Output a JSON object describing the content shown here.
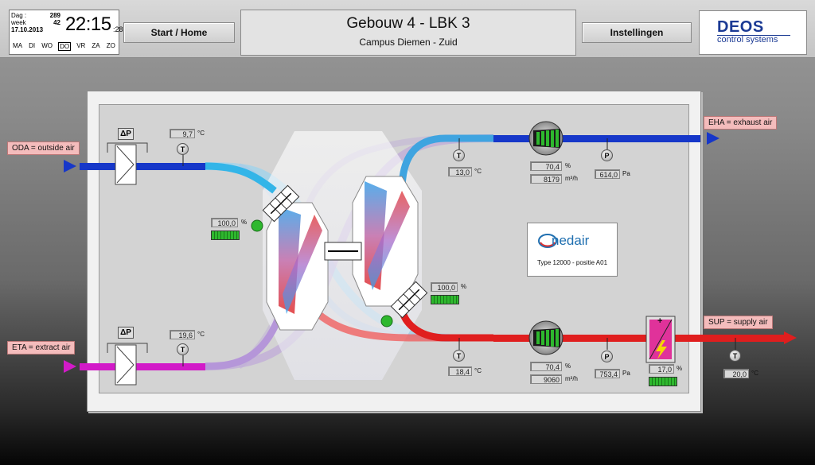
{
  "clock": {
    "day_label": "Dag :",
    "day_value": "289",
    "week_label": "week",
    "week_value": "42",
    "date": "17.10.2013",
    "time": "22:15",
    "seconds": ":28",
    "weekdays": [
      "MA",
      "DI",
      "WO",
      "DO",
      "VR",
      "ZA",
      "ZO"
    ],
    "current_day": "DO"
  },
  "nav": {
    "start_label": "Start / Home",
    "settings_label": "Instellingen"
  },
  "header": {
    "title": "Gebouw 4 - LBK 3",
    "subtitle": "Campus Diemen - Zuid"
  },
  "logo": {
    "name": "DEOS",
    "tagline": "control systems"
  },
  "streams": {
    "oda": "ODA = outside air",
    "eta": "ETA = extract air",
    "eha": "EHA = exhaust air",
    "sup": "SUP = supply air"
  },
  "symbols": {
    "dp": "ΔP",
    "temp": "T",
    "pressure": "P",
    "plus": "+"
  },
  "units": {
    "c": "°C",
    "pct": "%",
    "m3h": "m³/h",
    "pa": "Pa"
  },
  "values": {
    "oda_temp": "9,7",
    "eta_temp": "19,6",
    "eha_temp": "13,0",
    "sup_in_temp": "18,4",
    "sup_out_temp": "20,0",
    "damper_top": "100,0",
    "damper_bottom": "100,0",
    "eha_fan_pct": "70,4",
    "eha_flow": "8179",
    "eha_pressure": "614,0",
    "sup_fan_pct": "70,4",
    "sup_flow": "9060",
    "sup_pressure": "753,4",
    "heater_pct": "17,0"
  },
  "nedair": {
    "brand": "nedair",
    "type": "Type 12000 - positie A01"
  },
  "colors": {
    "outside_air": "#1637c9",
    "exhaust_air": "#1637c9",
    "cool_path": "#33b5e8",
    "supply_air": "#e01e1e",
    "extract_air": "#d21ac8",
    "return_mix": "#b596d9",
    "status_green": "#2eb82e",
    "tag_pink": "#f4bcbc"
  }
}
